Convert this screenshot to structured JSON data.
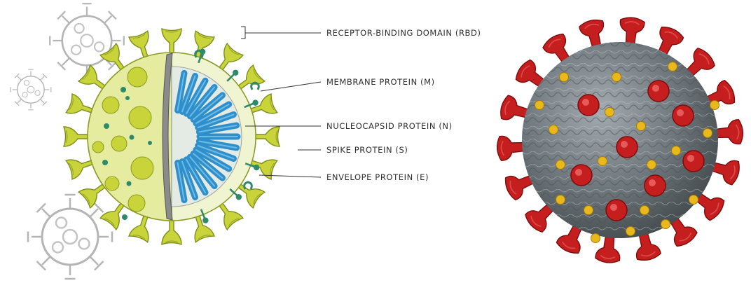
{
  "labels": {
    "rbd": "RECEPTOR-BINDING DOMAIN (RBD)",
    "membrane": "MEMBRANE PROTEIN (M)",
    "nucleocapsid": "NUCLEOCAPSID PROTEIN (N)",
    "spike": "SPIKE PROTEIN (S)",
    "envelope": "ENVELOPE PROTEIN (E)"
  },
  "colors": {
    "spike_yellow_green": "#c9d43a",
    "spike_dark": "#7e8f1c",
    "membrane_protein_green": "#2f8a6a",
    "nucleocapsid_blue": "#2f8fcb",
    "inner_fill": "#e3ebe4",
    "envelope_fill": "#e9efb5",
    "render_body_gray": "#5d6468",
    "render_spike_red": "#c41e1e",
    "render_knob_yellow": "#e8b81c",
    "line_gray": "#333333"
  }
}
